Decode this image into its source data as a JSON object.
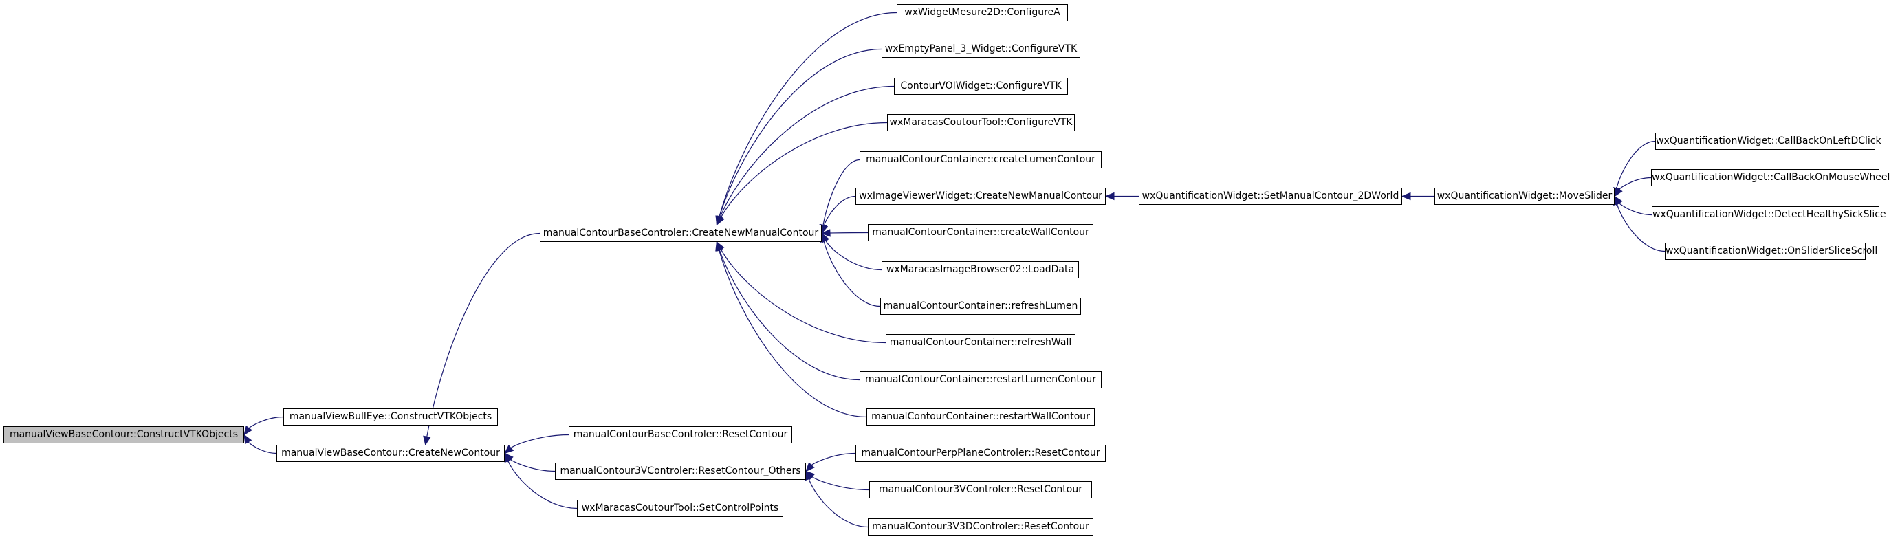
{
  "graph": {
    "edge_color": "#191970",
    "root_fill": "#bfbfbf",
    "nodes": [
      {
        "id": "n0",
        "label": "manualViewBaseContour::ConstructVTKObjects"
      },
      {
        "id": "n1",
        "label": "manualViewBullEye::ConstructVTKObjects"
      },
      {
        "id": "n2",
        "label": "manualViewBaseContour::CreateNewContour"
      },
      {
        "id": "n3",
        "label": "manualContourBaseControler::CreateNewManualContour"
      },
      {
        "id": "n4",
        "label": "manualContourBaseControler::ResetContour"
      },
      {
        "id": "n5",
        "label": "manualContour3VControler::ResetContour_Others"
      },
      {
        "id": "n6",
        "label": "wxMaracasCoutourTool::SetControlPoints"
      },
      {
        "id": "n7",
        "label": "wxWidgetMesure2D::ConfigureA"
      },
      {
        "id": "n8",
        "label": "wxEmptyPanel_3_Widget::ConfigureVTK"
      },
      {
        "id": "n9",
        "label": "ContourVOIWidget::ConfigureVTK"
      },
      {
        "id": "n10",
        "label": "wxMaracasCoutourTool::ConfigureVTK"
      },
      {
        "id": "n11",
        "label": "manualContourContainer::createLumenContour"
      },
      {
        "id": "n12",
        "label": "wxImageViewerWidget::CreateNewManualContour"
      },
      {
        "id": "n13",
        "label": "manualContourContainer::createWallContour"
      },
      {
        "id": "n14",
        "label": "wxMaracasImageBrowser02::LoadData"
      },
      {
        "id": "n15",
        "label": "manualContourContainer::refreshLumen"
      },
      {
        "id": "n16",
        "label": "manualContourContainer::refreshWall"
      },
      {
        "id": "n17",
        "label": "manualContourContainer::restartLumenContour"
      },
      {
        "id": "n18",
        "label": "manualContourContainer::restartWallContour"
      },
      {
        "id": "n19",
        "label": "manualContourPerpPlaneControler::ResetContour"
      },
      {
        "id": "n20",
        "label": "manualContour3VControler::ResetContour"
      },
      {
        "id": "n21",
        "label": "manualContour3V3DControler::ResetContour"
      },
      {
        "id": "n22",
        "label": "wxQuantificationWidget::SetManualContour_2DWorld"
      },
      {
        "id": "n23",
        "label": "wxQuantificationWidget::MoveSlider"
      },
      {
        "id": "n24",
        "label": "wxQuantificationWidget::CallBackOnLeftDClick"
      },
      {
        "id": "n25",
        "label": "wxQuantificationWidget::CallBackOnMouseWheel"
      },
      {
        "id": "n26",
        "label": "wxQuantificationWidget::DetectHealthySickSlice"
      },
      {
        "id": "n27",
        "label": "wxQuantificationWidget::OnSliderSliceScroll"
      }
    ],
    "edges": [
      {
        "from": "n1",
        "to": "n0"
      },
      {
        "from": "n2",
        "to": "n0"
      },
      {
        "from": "n3",
        "to": "n2"
      },
      {
        "from": "n4",
        "to": "n2"
      },
      {
        "from": "n5",
        "to": "n2"
      },
      {
        "from": "n6",
        "to": "n2"
      },
      {
        "from": "n7",
        "to": "n3"
      },
      {
        "from": "n8",
        "to": "n3"
      },
      {
        "from": "n9",
        "to": "n3"
      },
      {
        "from": "n10",
        "to": "n3"
      },
      {
        "from": "n11",
        "to": "n3"
      },
      {
        "from": "n12",
        "to": "n3"
      },
      {
        "from": "n13",
        "to": "n3"
      },
      {
        "from": "n14",
        "to": "n3"
      },
      {
        "from": "n15",
        "to": "n3"
      },
      {
        "from": "n16",
        "to": "n3"
      },
      {
        "from": "n17",
        "to": "n3"
      },
      {
        "from": "n18",
        "to": "n3"
      },
      {
        "from": "n19",
        "to": "n5"
      },
      {
        "from": "n20",
        "to": "n5"
      },
      {
        "from": "n21",
        "to": "n5"
      },
      {
        "from": "n22",
        "to": "n12"
      },
      {
        "from": "n23",
        "to": "n22"
      },
      {
        "from": "n24",
        "to": "n23"
      },
      {
        "from": "n25",
        "to": "n23"
      },
      {
        "from": "n26",
        "to": "n23"
      },
      {
        "from": "n27",
        "to": "n23"
      }
    ]
  }
}
